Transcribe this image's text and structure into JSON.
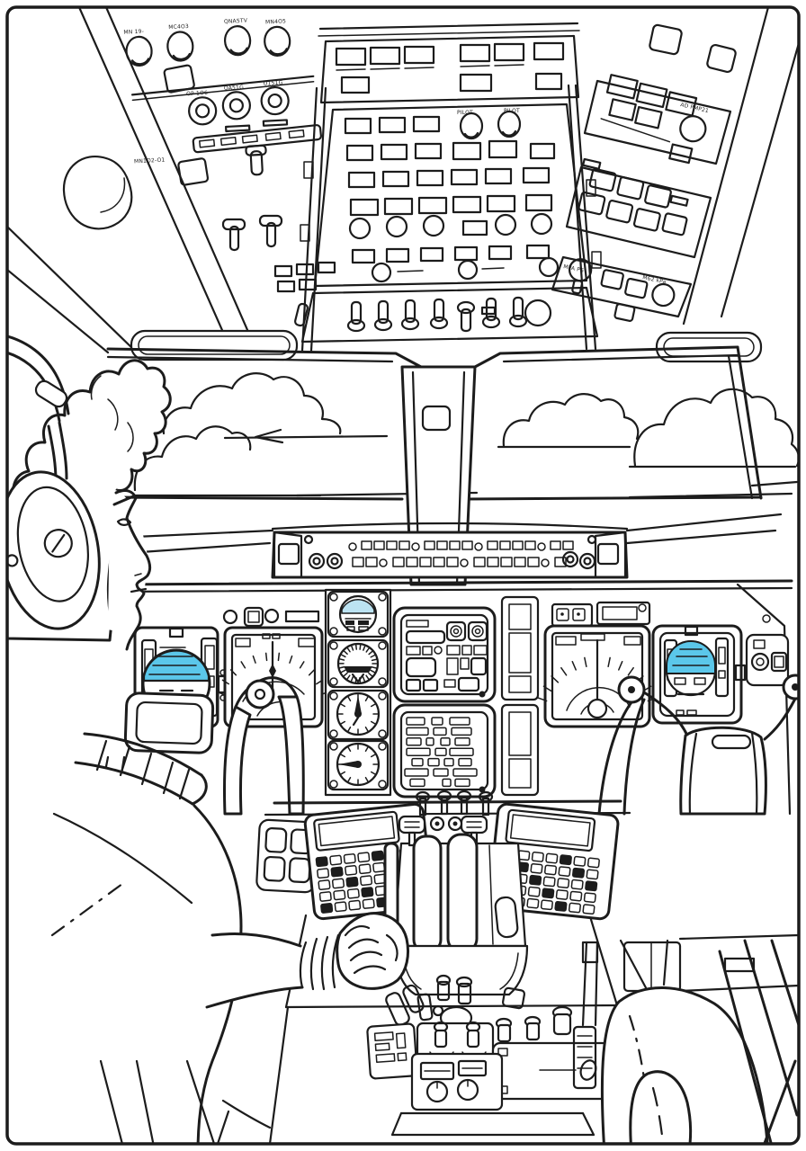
{
  "palette": {
    "line": "#1c1c1c",
    "background": "#ffffff",
    "sky_blue": "#5bc7ea",
    "sky_blue_light": "#bce3f2"
  },
  "labels": {
    "overhead_left_knobs": [
      "MN 19-",
      "MC4O3",
      "QNA5TV",
      "MN4O5"
    ],
    "overhead_left_rings": [
      "OP-1O6",
      "QA51G",
      "O151G"
    ],
    "overhead_left_small": "MN1O2-O1",
    "overhead_center": [
      "PILOT",
      "PILOT"
    ],
    "overhead_right_knob": "AD PMP21",
    "overhead_right_low": [
      "MPA P6",
      "M62 kPa"
    ]
  }
}
